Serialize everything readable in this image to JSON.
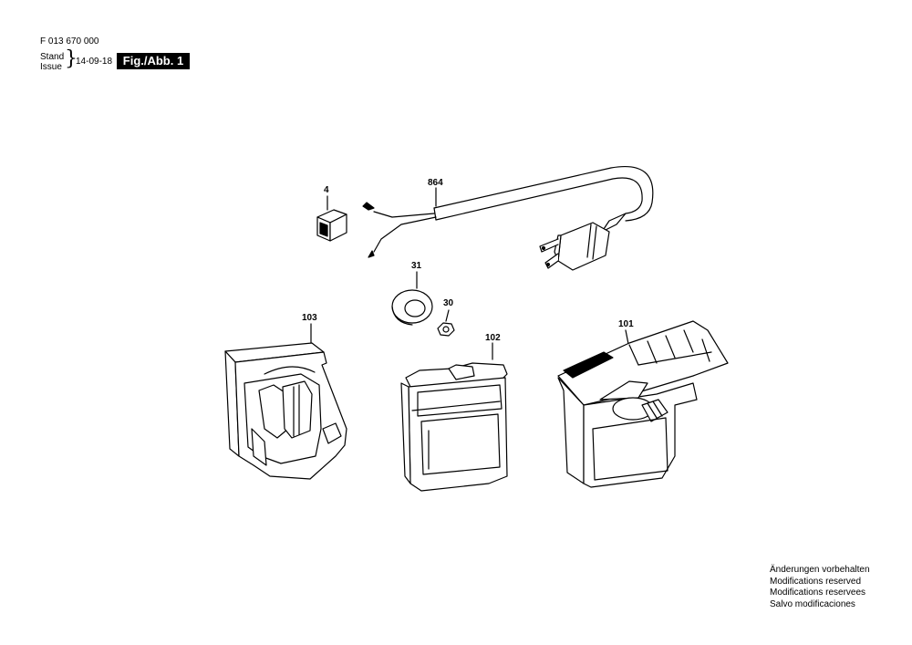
{
  "header": {
    "part_number": "F 013 670 000",
    "stand_label": "Stand",
    "issue_label": "Issue",
    "date": "14-09-18",
    "figure_label": "Fig./Abb. 1"
  },
  "callouts": {
    "switch": "4",
    "cord": "864",
    "washer": "31",
    "nut": "30",
    "housing_left": "103",
    "housing_middle": "102",
    "housing_right": "101"
  },
  "notes": [
    "Änderungen vorbehalten",
    "Modifications reserved",
    "Modifications reservees",
    "Salvo modificaciones"
  ]
}
